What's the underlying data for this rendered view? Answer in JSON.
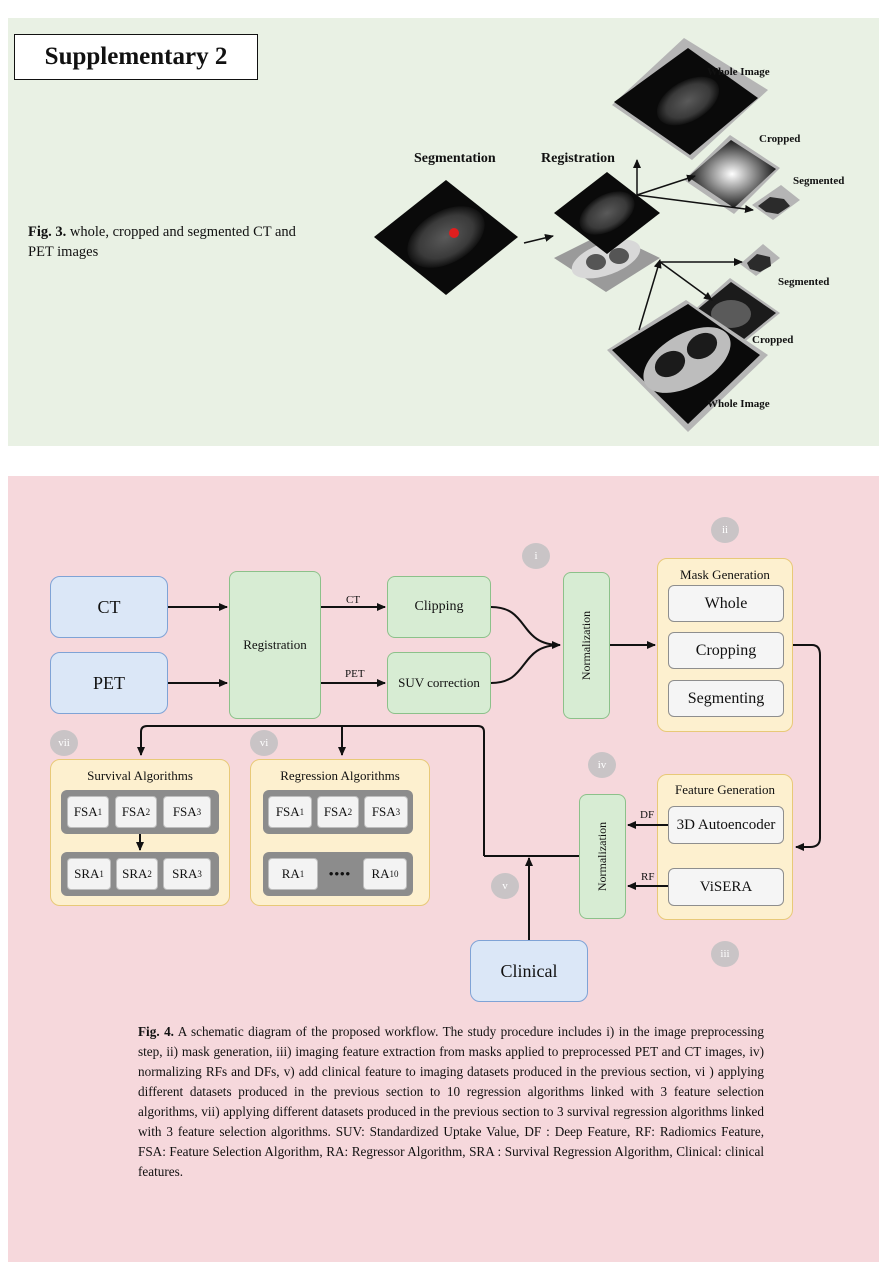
{
  "supplementary_title": "Supplementary  2",
  "fig3": {
    "caption_label": "Fig. 3.",
    "caption_text": " whole, cropped and segmented CT and PET images",
    "segmentation_label": "Segmentation",
    "registration_label": "Registration",
    "pet_whole_label": "Whole Image",
    "pet_cropped_label": "Cropped",
    "pet_segmented_label": "Segmented",
    "ct_segmented_label": "Segmented",
    "ct_cropped_label": "Cropped",
    "ct_whole_label": "Whole Image"
  },
  "fig4": {
    "ct": "CT",
    "pet": "PET",
    "registration": "Registration",
    "ct_arrow_label": "CT",
    "pet_arrow_label": "PET",
    "clipping": "Clipping",
    "suv_correction": "SUV correction",
    "normalization_1": "Normalization",
    "normalization_2": "Normalization",
    "mask_generation": {
      "title": "Mask Generation",
      "items": [
        "Whole",
        "Cropping",
        "Segmenting"
      ]
    },
    "feature_generation": {
      "title": "Feature Generation",
      "items": [
        "3D Autoencoder",
        "ViSERA"
      ]
    },
    "df_label": "DF",
    "rf_label": "RF",
    "clinical": "Clinical",
    "survival": {
      "title": "Survival Algorithms",
      "fsa": [
        "FSA1",
        "FSA2",
        "FSA3"
      ],
      "sra": [
        "SRA1",
        "SRA2",
        "SRA3"
      ]
    },
    "regression": {
      "title": "Regression Algorithms",
      "fsa": [
        "FSA1",
        "FSA2",
        "FSA3"
      ],
      "ra": [
        "RA1",
        "••••",
        "RA10"
      ]
    },
    "badges": [
      "i",
      "ii",
      "iii",
      "iv",
      "v",
      "vi",
      "vii"
    ],
    "caption_label": "Fig. 4.",
    "caption_text": " A schematic diagram of the proposed workflow. The study procedure includes i) in the image preprocessing step, ii) mask generation, iii) imaging feature extraction from masks applied to preprocessed PET and CT images, iv) normalizing RFs and DFs, v) add clinical feature to imaging datasets produced in the previous section, vi ) applying different datasets produced in the previous section to 10 regression algorithms linked with 3 feature selection algorithms, vii) applying different datasets produced in the previous section to 3 survival regression algorithms linked with 3 feature selection algorithms. SUV: Standardized Uptake Value, DF : Deep Feature, RF: Radiomics Feature, FSA: Feature Selection Algorithm, RA: Regressor Algorithm, SRA : Survival Regression Algorithm, Clinical: clinical features."
  }
}
